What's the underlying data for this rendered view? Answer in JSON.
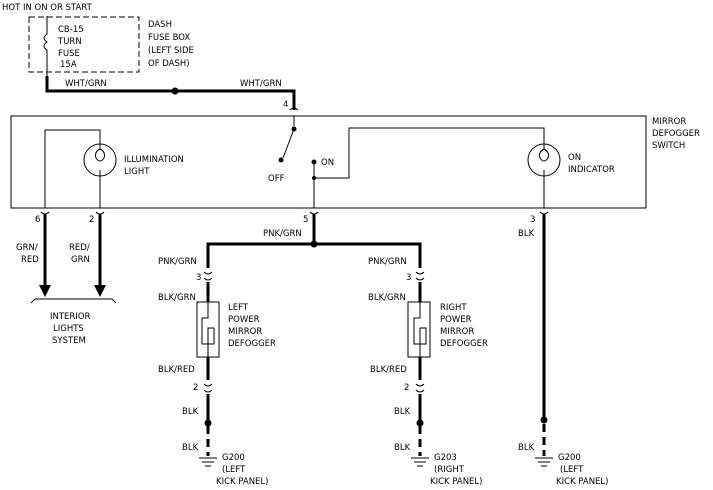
{
  "hot_label": "HOT IN ON OR START",
  "fuse": {
    "name": "CB-15",
    "line1": "TURN",
    "line2": "FUSE",
    "rating": "15A",
    "box_label": [
      "DASH",
      "FUSE BOX",
      "(LEFT SIDE",
      "OF DASH)"
    ]
  },
  "wires": {
    "fuse_out": "WHT/GRN",
    "switch_in": "WHT/GRN",
    "pin4": "4",
    "left_out_1": [
      "GRN/",
      "RED"
    ],
    "left_out_2": [
      "RED/",
      "GRN"
    ],
    "pin6": "6",
    "pin2": "2",
    "pin5": "5",
    "pnk_main": "PNK/GRN",
    "pin3": "3",
    "blk_right": "BLK"
  },
  "switch": {
    "name": [
      "MIRROR",
      "DEFOGGER",
      "SWITCH"
    ],
    "off": "OFF",
    "on": "ON",
    "illum": [
      "ILLUMINATION",
      "LIGHT"
    ],
    "on_indicator": [
      "ON",
      "INDICATOR"
    ]
  },
  "interior": [
    "INTERIOR",
    "LIGHTS",
    "SYSTEM"
  ],
  "left_defogger": {
    "in_wire": "PNK/GRN",
    "in_pin": "3",
    "top_wire": "BLK/GRN",
    "name": [
      "LEFT",
      "POWER",
      "MIRROR",
      "DEFOGGER"
    ],
    "out_wire": "BLK/RED",
    "out_pin": "2",
    "blk1": "BLK",
    "blk2": "BLK",
    "ground": "G200",
    "ground_loc": [
      "(LEFT",
      "KICK PANEL)"
    ]
  },
  "right_defogger": {
    "in_wire": "PNK/GRN",
    "in_pin": "3",
    "top_wire": "BLK/GRN",
    "name": [
      "RIGHT",
      "POWER",
      "MIRROR",
      "DEFOGGER"
    ],
    "out_wire": "BLK/RED",
    "out_pin": "2",
    "blk1": "BLK",
    "blk2": "BLK",
    "ground": "G203",
    "ground_loc": [
      "(RIGHT",
      "KICK PANEL)"
    ]
  },
  "right_ground": {
    "blk": "BLK",
    "ground": "G200",
    "ground_loc": [
      "(LEFT",
      "KICK PANEL)"
    ]
  }
}
